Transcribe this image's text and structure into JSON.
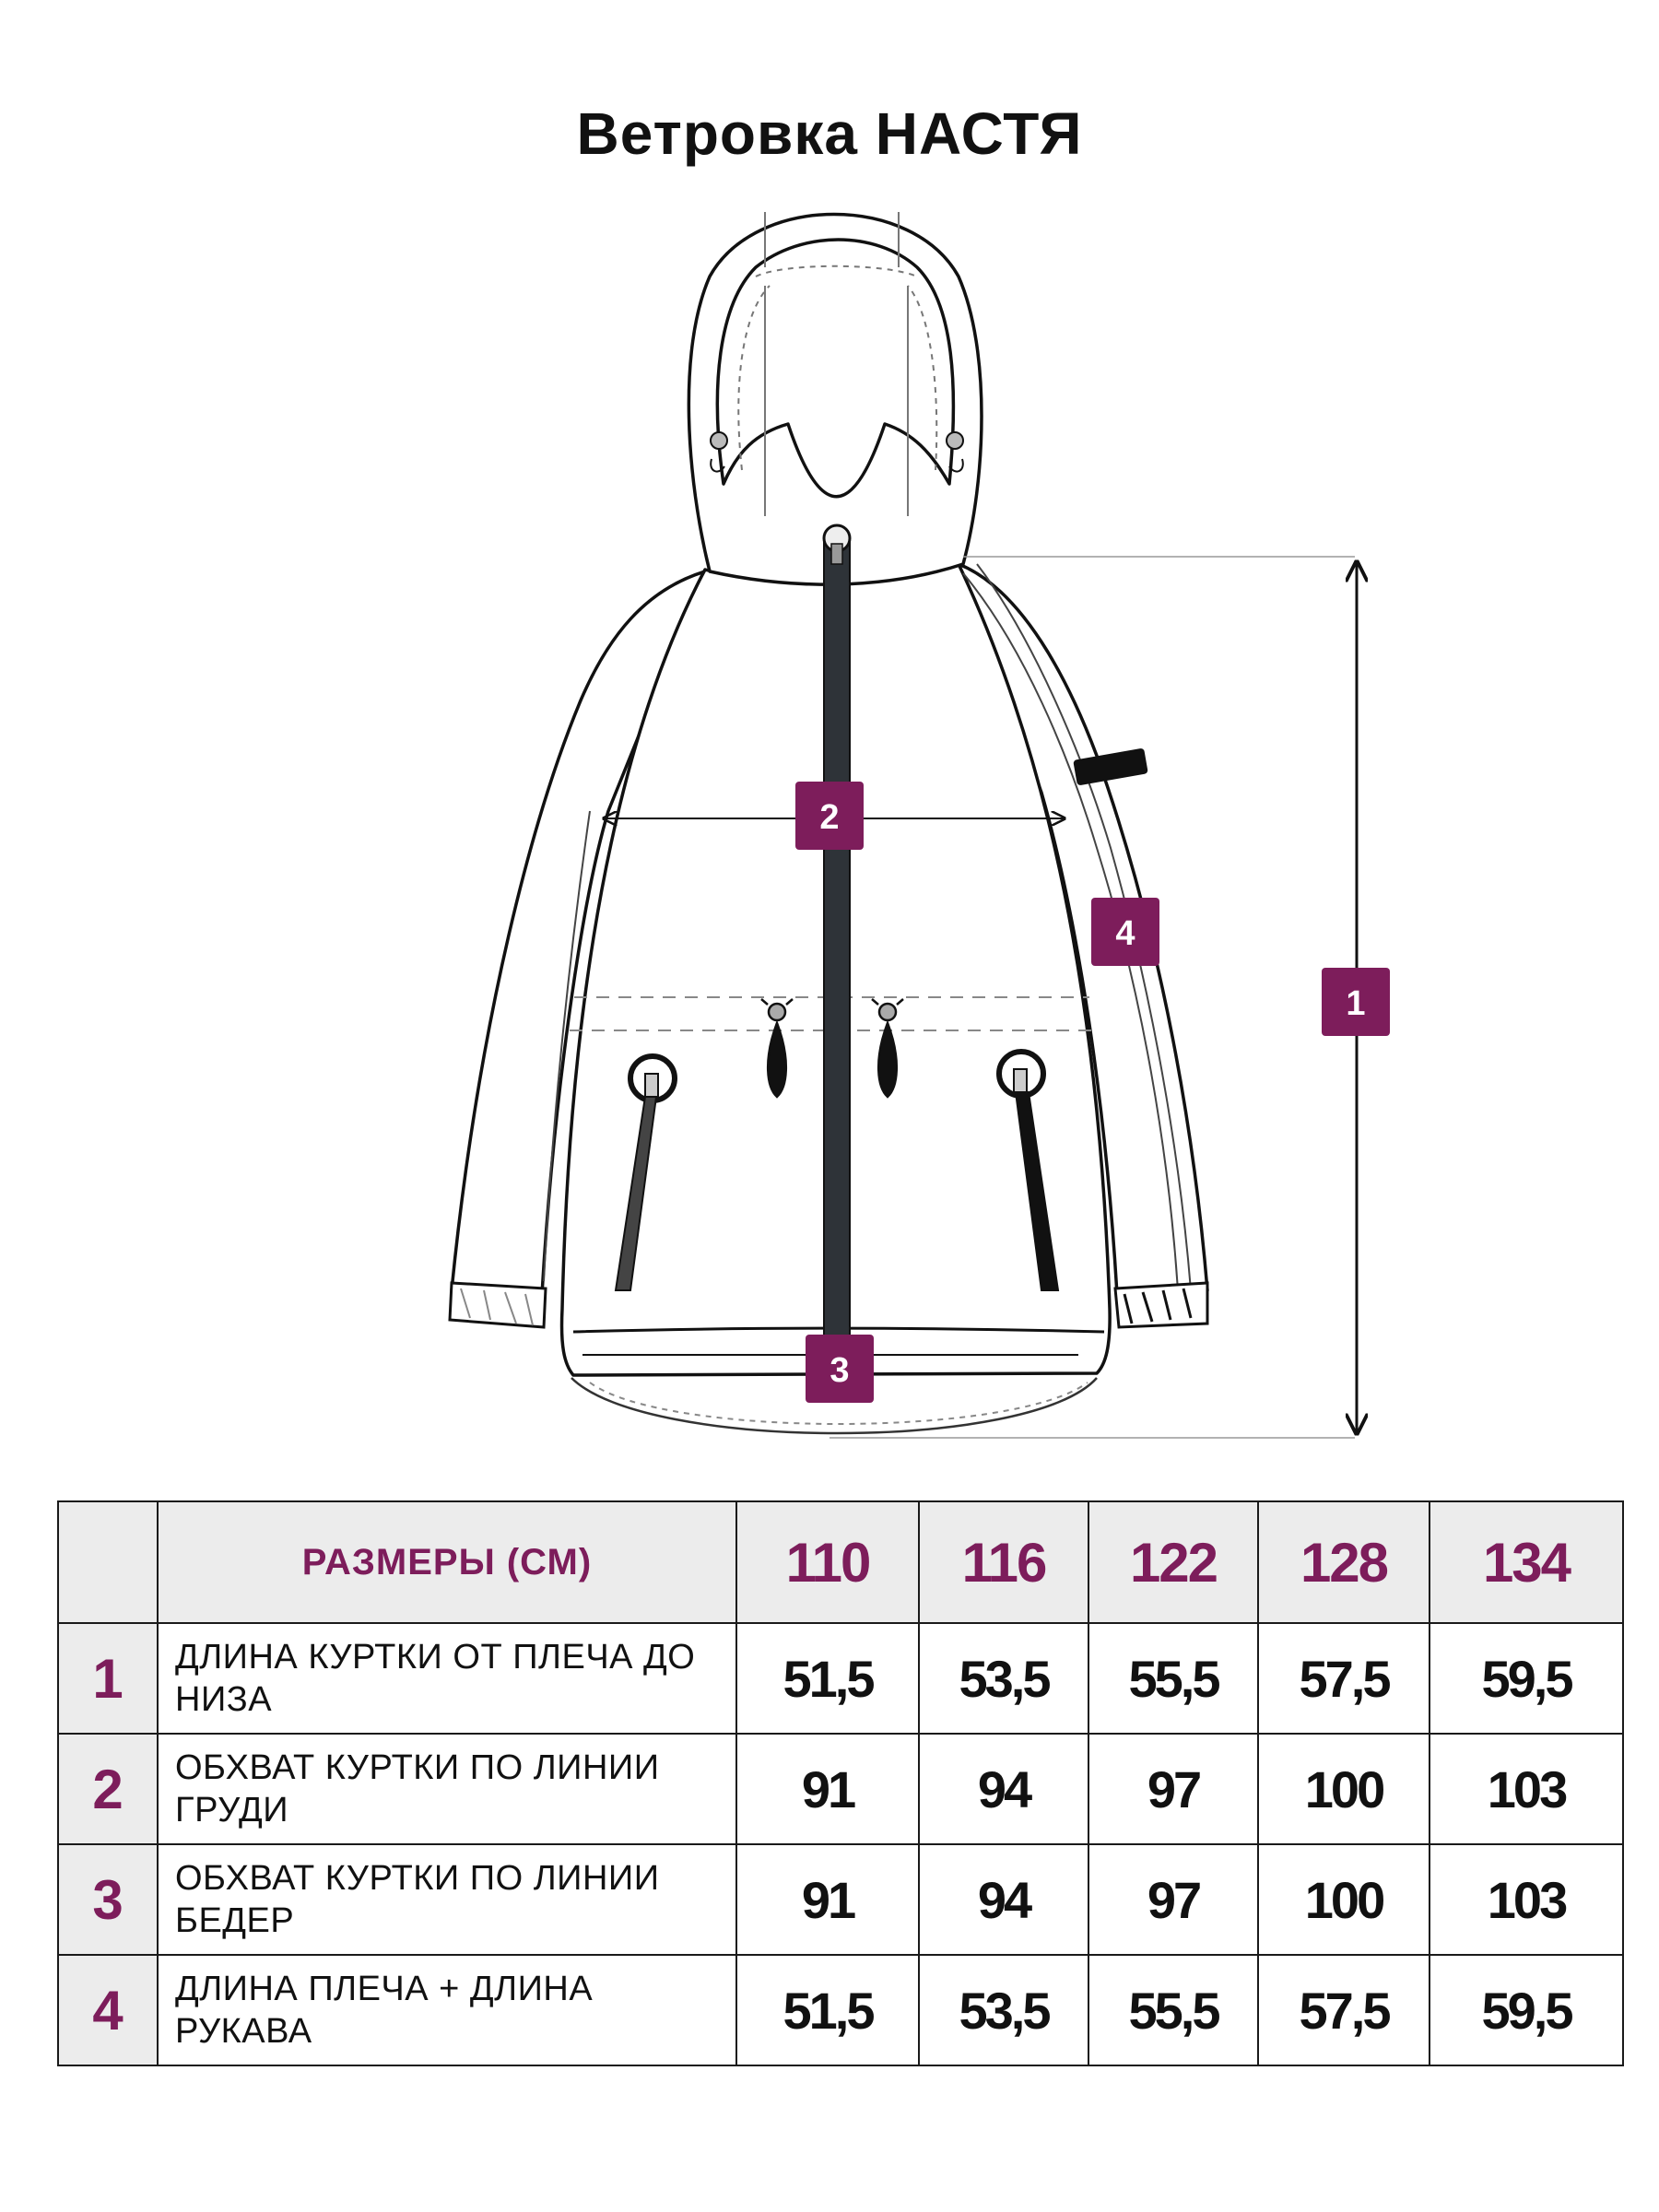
{
  "title": "Ветровка НАСТЯ",
  "markers": [
    {
      "id": "1",
      "label": "1"
    },
    {
      "id": "2",
      "label": "2"
    },
    {
      "id": "3",
      "label": "3"
    },
    {
      "id": "4",
      "label": "4"
    }
  ],
  "colors": {
    "accent": "#7d1d5b",
    "header_bg": "#ececec",
    "line": "#1a1a1a"
  },
  "table": {
    "header_label": "РАЗМЕРЫ (СМ)",
    "sizes": [
      "110",
      "116",
      "122",
      "128",
      "134"
    ],
    "rows": [
      {
        "num": "1",
        "label": "ДЛИНА КУРТКИ ОТ ПЛЕЧА ДО НИЗА",
        "values": [
          "51,5",
          "53,5",
          "55,5",
          "57,5",
          "59,5"
        ]
      },
      {
        "num": "2",
        "label": "ОБХВАТ КУРТКИ ПО ЛИНИИ ГРУДИ",
        "values": [
          "91",
          "94",
          "97",
          "100",
          "103"
        ]
      },
      {
        "num": "3",
        "label": "ОБХВАТ КУРТКИ ПО ЛИНИИ БЕДЕР",
        "values": [
          "91",
          "94",
          "97",
          "100",
          "103"
        ]
      },
      {
        "num": "4",
        "label": "ДЛИНА ПЛЕЧА + ДЛИНА РУКАВА",
        "values": [
          "51,5",
          "53,5",
          "55,5",
          "57,5",
          "59,5"
        ]
      }
    ]
  }
}
